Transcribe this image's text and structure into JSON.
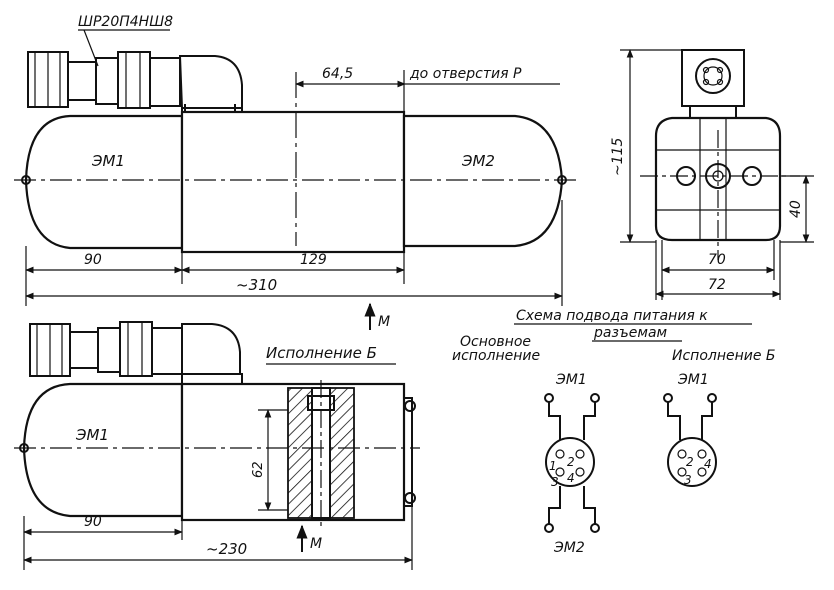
{
  "labels": {
    "connector": "ШР20П4НШ8",
    "to_hole": "до отверстия Р",
    "em1_top": "ЭМ1",
    "em2_top": "ЭМ2",
    "em1_bottom": "ЭМ1",
    "variant_b_title": "Исполнение Б",
    "arrow_m_top": "М",
    "arrow_m_bottom": "М",
    "scheme_line1": "Схема подвода питания к",
    "scheme_line2": "разъемам",
    "basic_line1": "Основное",
    "basic_line2": "исполнение",
    "variant_b_scheme": "Исполнение Б",
    "em1_scheme_a": "ЭМ1",
    "em2_scheme_a": "ЭМ2",
    "em1_scheme_b": "ЭМ1"
  },
  "dimensions": {
    "d_645": "64,5",
    "d_129": "129",
    "d_90_top": "90",
    "d_310": "~310",
    "d_115": "~115",
    "d_40": "40",
    "d_70": "70",
    "d_72": "72",
    "d_62": "62",
    "d_90_bottom": "90",
    "d_230": "~230"
  },
  "pins": {
    "a": [
      "1",
      "2",
      "3",
      "4"
    ],
    "b": [
      "2",
      "3",
      "4"
    ]
  }
}
